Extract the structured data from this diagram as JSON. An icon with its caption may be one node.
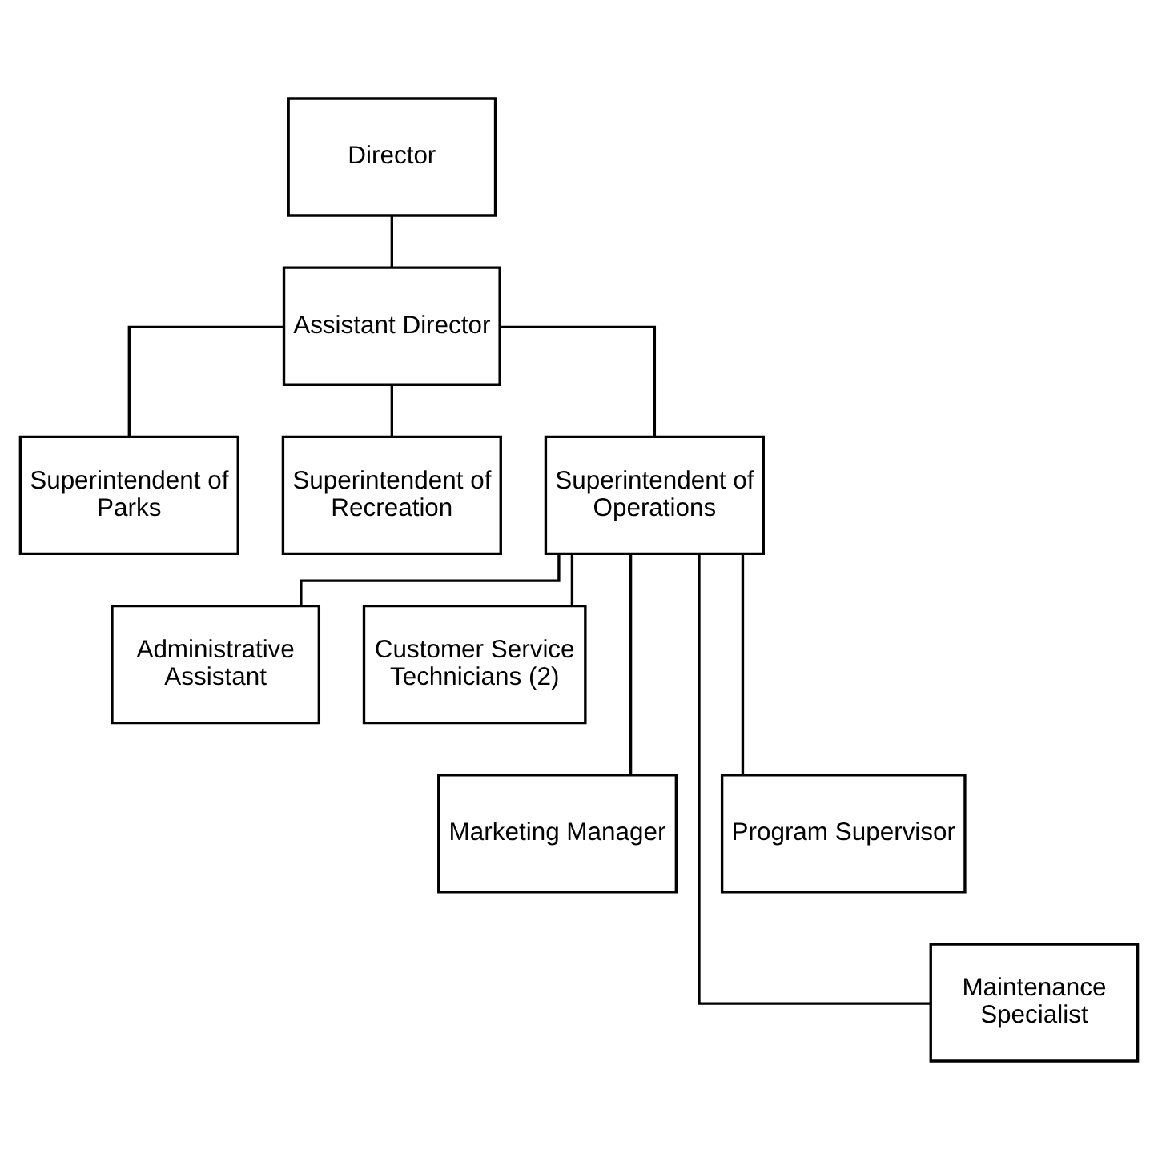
{
  "diagram": {
    "nodes": [
      {
        "text": [
          "Director"
        ]
      },
      {
        "text": [
          "Assistant Director"
        ]
      },
      {
        "text": [
          "Superintendent of Parks"
        ]
      },
      {
        "text": [
          "Superintendent of Recreation"
        ]
      },
      {
        "text": [
          "Superintendent of Operations"
        ]
      },
      {
        "text": [
          "Administrative Assistant"
        ]
      },
      {
        "text": [
          "Customer Service Technicians (2)"
        ]
      },
      {
        "text": [
          "Marketing Manager"
        ]
      },
      {
        "text": [
          "Program Supervisor"
        ]
      },
      {
        "text": [
          "Maintenance Specialist"
        ]
      }
    ],
    "edges": [
      {
        "from": 0,
        "to": 1,
        "arrow": "none"
      },
      {
        "from": 1,
        "to": 2,
        "arrow": "none"
      },
      {
        "from": 1,
        "to": 3,
        "arrow": "none"
      },
      {
        "from": 1,
        "to": 4,
        "arrow": "none"
      },
      {
        "from": 4,
        "to": 5,
        "arrow": "none"
      },
      {
        "from": 4,
        "to": 6,
        "arrow": "none"
      },
      {
        "from": 4,
        "to": 7,
        "arrow": "none"
      },
      {
        "from": 4,
        "to": 8,
        "arrow": "none"
      },
      {
        "from": 4,
        "to": 9,
        "arrow": "none"
      }
    ]
  }
}
